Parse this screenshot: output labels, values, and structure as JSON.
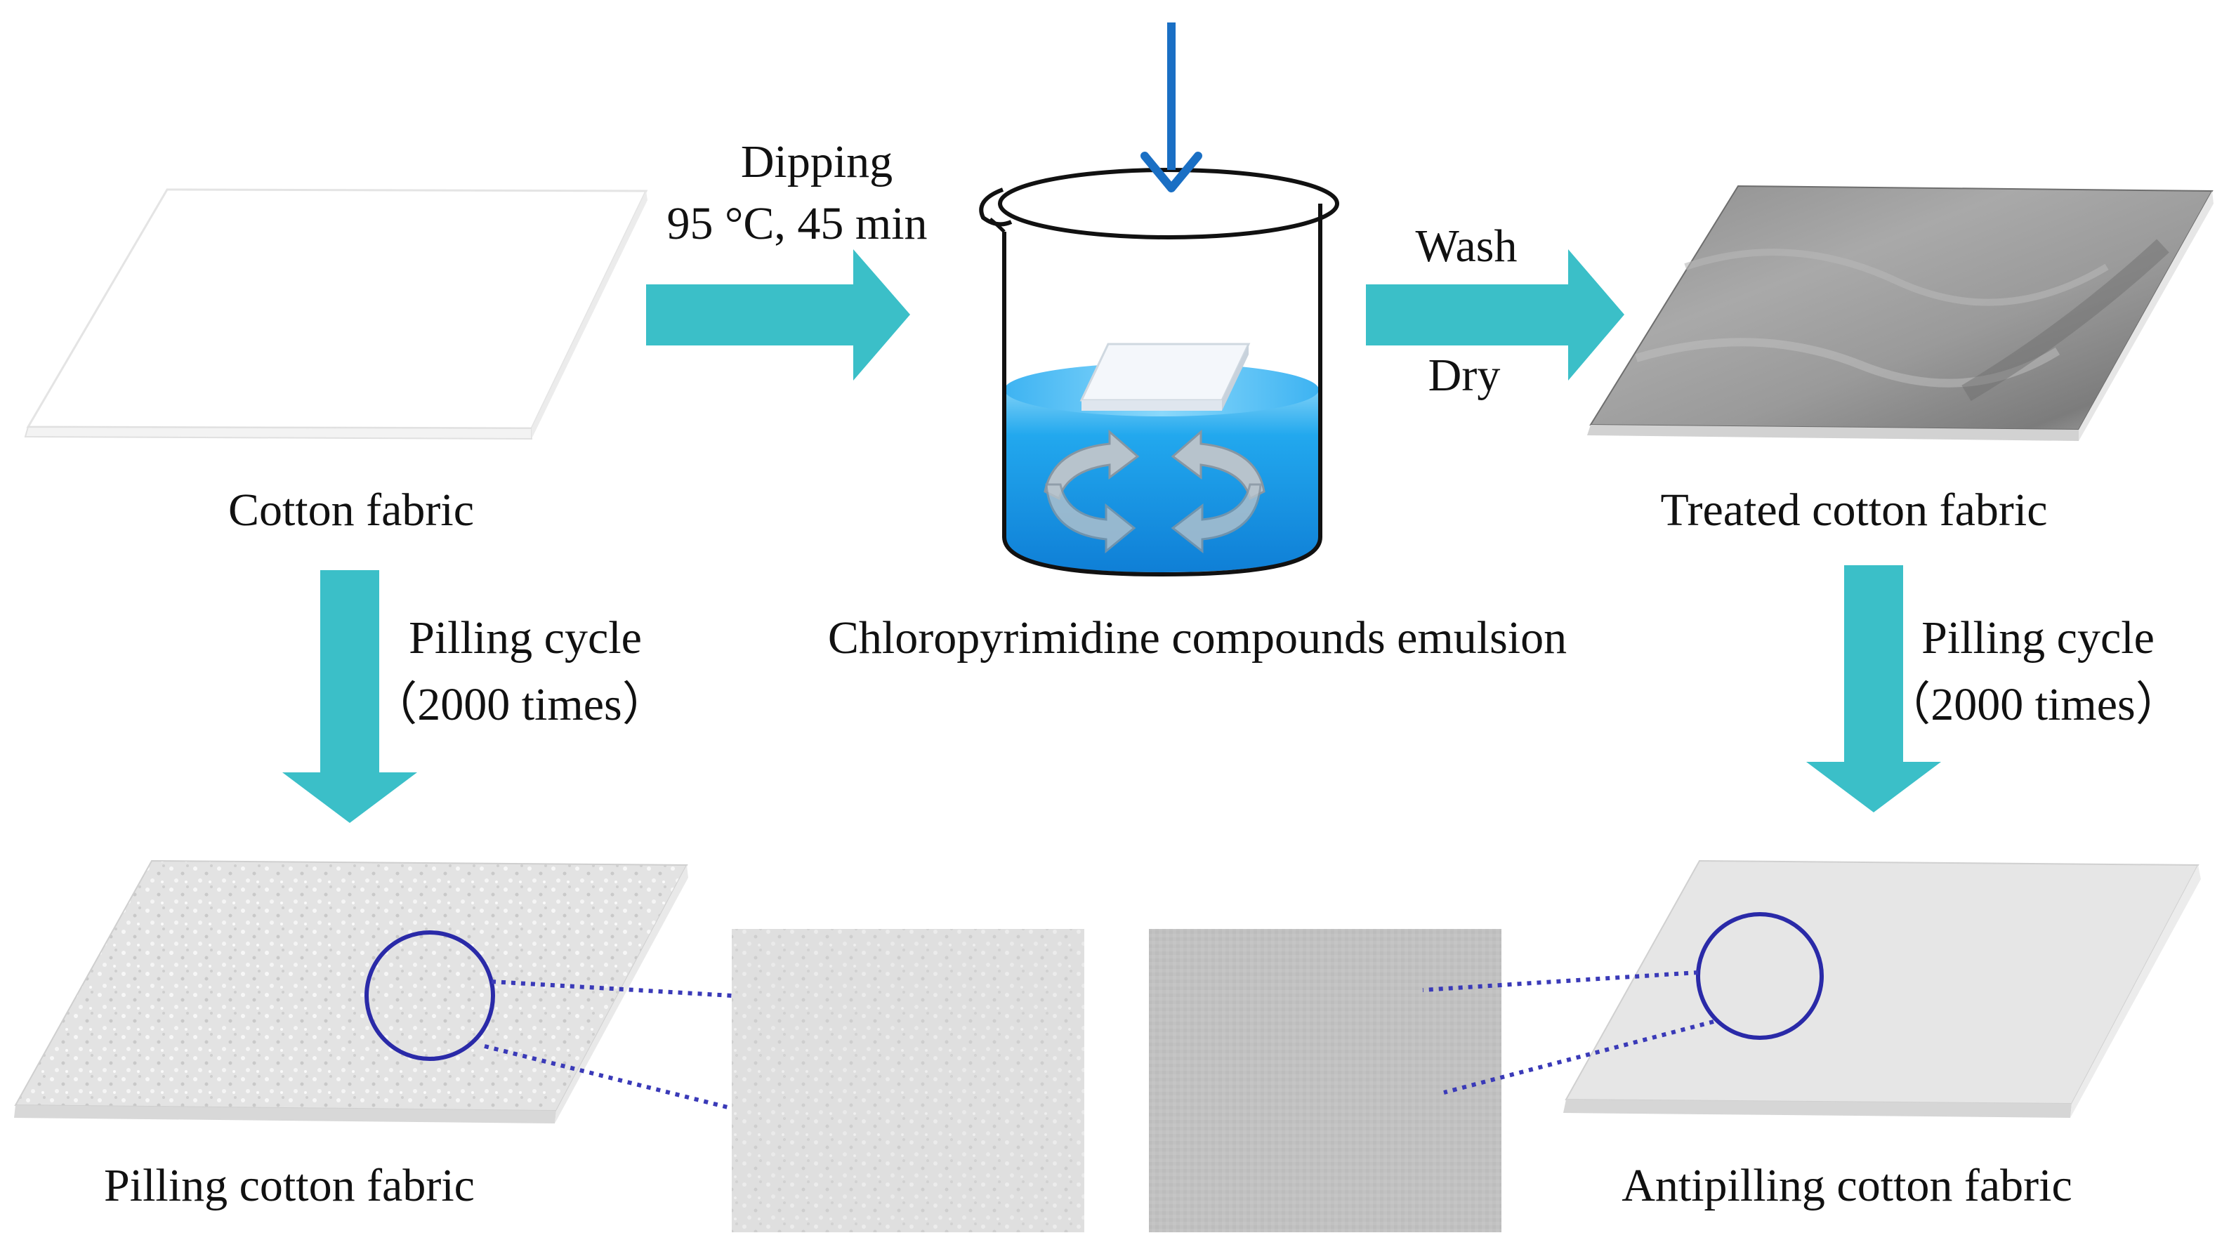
{
  "diagram": {
    "colors": {
      "flow_arrow": "#3bbfc8",
      "input_arrow": "#1a6fc4",
      "liquid": "#1e9be8",
      "zoom_circle": "#2a2aa8",
      "zoom_line": "#3a3ab8"
    },
    "steps": {
      "dipping_label": "Dipping",
      "dipping_conditions": "95 °C, 45 min",
      "wash_label": "Wash",
      "dry_label": "Dry",
      "pilling_label_left": "Pilling cycle",
      "pilling_count_left": "（2000 times）",
      "pilling_label_right": "Pilling cycle",
      "pilling_count_right": "（2000 times）"
    },
    "items": {
      "cotton_fabric": "Cotton fabric",
      "emulsion": "Chloropyrimidine compounds emulsion",
      "treated_fabric": "Treated cotton fabric",
      "pilling_fabric": "Pilling cotton fabric",
      "antipilling_fabric": "Antipilling cotton fabric"
    },
    "icons": [
      "fabric-sheet-icon",
      "beaker-icon",
      "stir-arrows-icon",
      "magnifier-circle-icon",
      "arrow-icon"
    ]
  }
}
